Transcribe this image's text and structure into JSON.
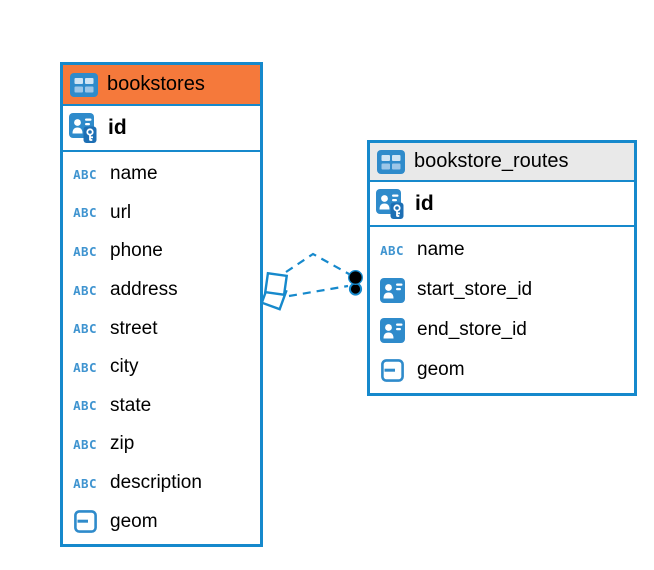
{
  "diagram_type": "entity-relationship",
  "colors": {
    "table_border_blue": "#1689CC",
    "bookstores_header_orange": "#F5793B",
    "routes_header_gray": "#E9E9E9",
    "icon_blue": "#2F8BCB",
    "icon_dark_blue": "#1D6FB4",
    "connector_blue": "#1689CC"
  },
  "icons": {
    "text_type": "ABC"
  },
  "tables": {
    "bookstores": {
      "title": "bookstores",
      "primary_key": "id",
      "columns": [
        "name",
        "url",
        "phone",
        "address",
        "street",
        "city",
        "state",
        "zip",
        "description",
        "geom"
      ]
    },
    "routes": {
      "title": "bookstore_routes",
      "primary_key": "id",
      "columns": [
        "name",
        "start_store_id",
        "end_store_id",
        "geom"
      ]
    }
  },
  "relationship": {
    "from_table": "bookstores",
    "to_table": "bookstore_routes",
    "line_style": "dashed",
    "line_count": 2
  }
}
